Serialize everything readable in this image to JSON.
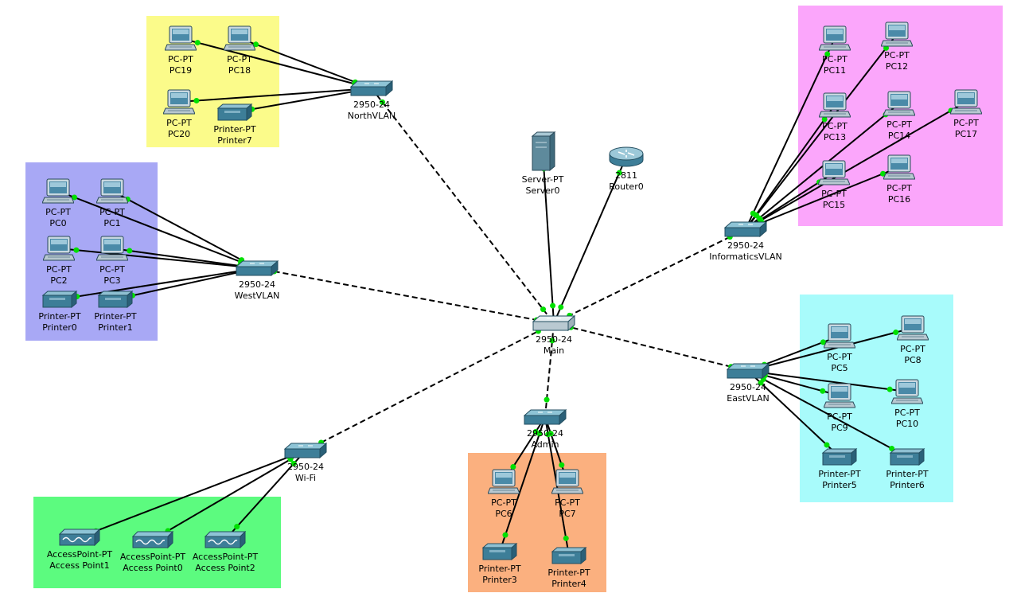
{
  "colors": {
    "north": "#fbfb8a",
    "west": "#a8a8f5",
    "informatics": "#fba6fb",
    "east": "#a8fbfb",
    "wifi": "#5cfb7f",
    "admin": "#fbb07f",
    "port": "#00e000",
    "link": "#000000"
  },
  "devices": [
    {
      "id": "PC19",
      "type": "PC-PT",
      "name": "PC19",
      "icon": "pc-icon"
    },
    {
      "id": "PC18",
      "type": "PC-PT",
      "name": "PC18",
      "icon": "pc-icon"
    },
    {
      "id": "PC20",
      "type": "PC-PT",
      "name": "PC20",
      "icon": "pc-icon"
    },
    {
      "id": "Printer7",
      "type": "Printer-PT",
      "name": "Printer7",
      "icon": "printer-icon"
    },
    {
      "id": "NorthVLAN",
      "type": "2950-24",
      "name": "NorthVLAN",
      "icon": "switch-icon"
    },
    {
      "id": "PC0",
      "type": "PC-PT",
      "name": "PC0",
      "icon": "pc-icon"
    },
    {
      "id": "PC1",
      "type": "PC-PT",
      "name": "PC1",
      "icon": "pc-icon"
    },
    {
      "id": "PC2",
      "type": "PC-PT",
      "name": "PC2",
      "icon": "pc-icon"
    },
    {
      "id": "PC3",
      "type": "PC-PT",
      "name": "PC3",
      "icon": "pc-icon"
    },
    {
      "id": "Printer0",
      "type": "Printer-PT",
      "name": "Printer0",
      "icon": "printer-icon"
    },
    {
      "id": "Printer1",
      "type": "Printer-PT",
      "name": "Printer1",
      "icon": "printer-icon"
    },
    {
      "id": "WestVLAN",
      "type": "2950-24",
      "name": "WestVLAN",
      "icon": "switch-icon"
    },
    {
      "id": "Server0",
      "type": "Server-PT",
      "name": "Server0",
      "icon": "server-icon"
    },
    {
      "id": "Router0",
      "type": "2811",
      "name": "Router0",
      "icon": "router-icon"
    },
    {
      "id": "Main",
      "type": "2950-24",
      "name": "Main",
      "icon": "switch-icon"
    },
    {
      "id": "PC11",
      "type": "PC-PT",
      "name": "PC11",
      "icon": "pc-icon"
    },
    {
      "id": "PC12",
      "type": "PC-PT",
      "name": "PC12",
      "icon": "pc-icon"
    },
    {
      "id": "PC13",
      "type": "PC-PT",
      "name": "PC13",
      "icon": "pc-icon"
    },
    {
      "id": "PC14",
      "type": "PC-PT",
      "name": "PC14",
      "icon": "pc-icon"
    },
    {
      "id": "PC17",
      "type": "PC-PT",
      "name": "PC17",
      "icon": "pc-icon"
    },
    {
      "id": "PC15",
      "type": "PC-PT",
      "name": "PC15",
      "icon": "pc-icon"
    },
    {
      "id": "PC16",
      "type": "PC-PT",
      "name": "PC16",
      "icon": "pc-icon"
    },
    {
      "id": "InformaticsVLAN",
      "type": "2950-24",
      "name": "InformaticsVLAN",
      "icon": "switch-icon"
    },
    {
      "id": "PC5",
      "type": "PC-PT",
      "name": "PC5",
      "icon": "pc-icon"
    },
    {
      "id": "PC8",
      "type": "PC-PT",
      "name": "PC8",
      "icon": "pc-icon"
    },
    {
      "id": "PC9",
      "type": "PC-PT",
      "name": "PC9",
      "icon": "pc-icon"
    },
    {
      "id": "PC10",
      "type": "PC-PT",
      "name": "PC10",
      "icon": "pc-icon"
    },
    {
      "id": "Printer5",
      "type": "Printer-PT",
      "name": "Printer5",
      "icon": "printer-icon"
    },
    {
      "id": "Printer6",
      "type": "Printer-PT",
      "name": "Printer6",
      "icon": "printer-icon"
    },
    {
      "id": "EastVLAN",
      "type": "2950-24",
      "name": "EastVLAN",
      "icon": "switch-icon"
    },
    {
      "id": "WiFi",
      "type": "2950-24",
      "name": "Wi-Fi",
      "icon": "switch-icon"
    },
    {
      "id": "AP1",
      "type": "AccessPoint-PT",
      "name": "Access Point1",
      "icon": "access-point-icon"
    },
    {
      "id": "AP0",
      "type": "AccessPoint-PT",
      "name": "Access Point0",
      "icon": "access-point-icon"
    },
    {
      "id": "AP2",
      "type": "AccessPoint-PT",
      "name": "Access Point2",
      "icon": "access-point-icon"
    },
    {
      "id": "Admin",
      "type": "2950-24",
      "name": "Admin",
      "icon": "switch-icon"
    },
    {
      "id": "PC6",
      "type": "PC-PT",
      "name": "PC6",
      "icon": "pc-icon"
    },
    {
      "id": "PC7",
      "type": "PC-PT",
      "name": "PC7",
      "icon": "pc-icon"
    },
    {
      "id": "Printer3",
      "type": "Printer-PT",
      "name": "Printer3",
      "icon": "printer-icon"
    },
    {
      "id": "Printer4",
      "type": "Printer-PT",
      "name": "Printer4",
      "icon": "printer-icon"
    }
  ],
  "links": [
    {
      "from": "PC19",
      "to": "NorthVLAN",
      "style": "solid"
    },
    {
      "from": "PC18",
      "to": "NorthVLAN",
      "style": "solid"
    },
    {
      "from": "PC20",
      "to": "NorthVLAN",
      "style": "solid"
    },
    {
      "from": "Printer7",
      "to": "NorthVLAN",
      "style": "solid"
    },
    {
      "from": "PC0",
      "to": "WestVLAN",
      "style": "solid"
    },
    {
      "from": "PC1",
      "to": "WestVLAN",
      "style": "solid"
    },
    {
      "from": "PC2",
      "to": "WestVLAN",
      "style": "solid"
    },
    {
      "from": "PC3",
      "to": "WestVLAN",
      "style": "solid"
    },
    {
      "from": "Printer0",
      "to": "WestVLAN",
      "style": "solid"
    },
    {
      "from": "Printer1",
      "to": "WestVLAN",
      "style": "solid"
    },
    {
      "from": "PC11",
      "to": "InformaticsVLAN",
      "style": "solid"
    },
    {
      "from": "PC12",
      "to": "InformaticsVLAN",
      "style": "solid"
    },
    {
      "from": "PC13",
      "to": "InformaticsVLAN",
      "style": "solid"
    },
    {
      "from": "PC14",
      "to": "InformaticsVLAN",
      "style": "solid"
    },
    {
      "from": "PC17",
      "to": "InformaticsVLAN",
      "style": "solid"
    },
    {
      "from": "PC15",
      "to": "InformaticsVLAN",
      "style": "solid"
    },
    {
      "from": "PC16",
      "to": "InformaticsVLAN",
      "style": "solid"
    },
    {
      "from": "PC5",
      "to": "EastVLAN",
      "style": "solid"
    },
    {
      "from": "PC8",
      "to": "EastVLAN",
      "style": "solid"
    },
    {
      "from": "PC9",
      "to": "EastVLAN",
      "style": "solid"
    },
    {
      "from": "PC10",
      "to": "EastVLAN",
      "style": "solid"
    },
    {
      "from": "Printer5",
      "to": "EastVLAN",
      "style": "solid"
    },
    {
      "from": "Printer6",
      "to": "EastVLAN",
      "style": "solid"
    },
    {
      "from": "AP1",
      "to": "WiFi",
      "style": "solid"
    },
    {
      "from": "AP0",
      "to": "WiFi",
      "style": "solid"
    },
    {
      "from": "AP2",
      "to": "WiFi",
      "style": "solid"
    },
    {
      "from": "PC6",
      "to": "Admin",
      "style": "solid"
    },
    {
      "from": "PC7",
      "to": "Admin",
      "style": "solid"
    },
    {
      "from": "Printer3",
      "to": "Admin",
      "style": "solid"
    },
    {
      "from": "Printer4",
      "to": "Admin",
      "style": "solid"
    },
    {
      "from": "Server0",
      "to": "Main",
      "style": "solid"
    },
    {
      "from": "Router0",
      "to": "Main",
      "style": "solid"
    },
    {
      "from": "NorthVLAN",
      "to": "Main",
      "style": "dashed"
    },
    {
      "from": "WestVLAN",
      "to": "Main",
      "style": "dashed"
    },
    {
      "from": "InformaticsVLAN",
      "to": "Main",
      "style": "dashed"
    },
    {
      "from": "EastVLAN",
      "to": "Main",
      "style": "dashed"
    },
    {
      "from": "WiFi",
      "to": "Main",
      "style": "dashed"
    },
    {
      "from": "Admin",
      "to": "Main",
      "style": "dashed"
    }
  ]
}
